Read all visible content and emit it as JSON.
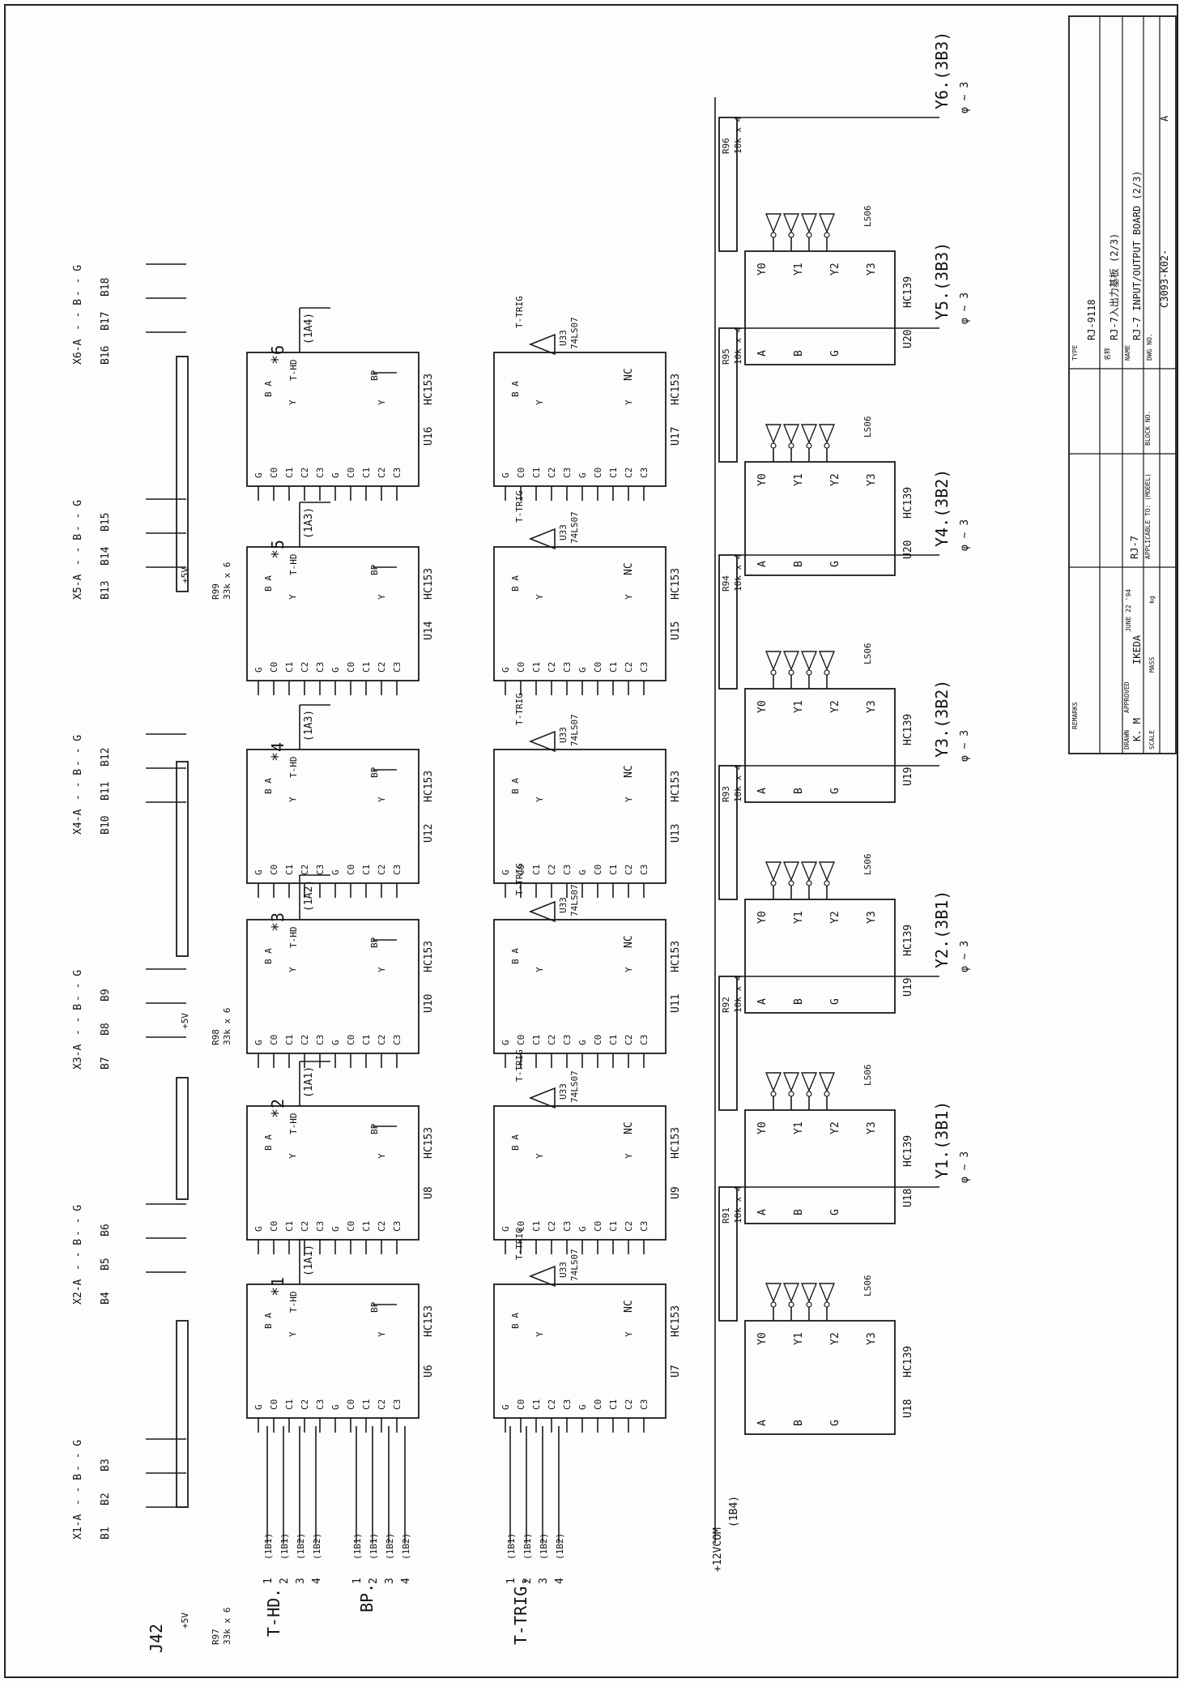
{
  "connector": {
    "name": "J42",
    "pins": [
      {
        "pin": "B1",
        "sig": "X1-A"
      },
      {
        "pin": "B2",
        "sig": "- - B"
      },
      {
        "pin": "B3",
        "sig": "- - G"
      },
      {
        "pin": "B4",
        "sig": "X2-A"
      },
      {
        "pin": "B5",
        "sig": "- - B"
      },
      {
        "pin": "B6",
        "sig": "- - G"
      },
      {
        "pin": "B7",
        "sig": "X3-A"
      },
      {
        "pin": "B8",
        "sig": "- - B"
      },
      {
        "pin": "B9",
        "sig": "- - G"
      },
      {
        "pin": "B10",
        "sig": "X4-A"
      },
      {
        "pin": "B11",
        "sig": "- - B"
      },
      {
        "pin": "B12",
        "sig": "- - G"
      },
      {
        "pin": "B13",
        "sig": "X5-A"
      },
      {
        "pin": "B14",
        "sig": "- - B"
      },
      {
        "pin": "B15",
        "sig": "- - G"
      },
      {
        "pin": "B16",
        "sig": "X6-A"
      },
      {
        "pin": "B17",
        "sig": "- - B"
      },
      {
        "pin": "B18",
        "sig": "- - G"
      }
    ]
  },
  "resistor_packs": [
    {
      "ref": "R97",
      "value": "33k x 6",
      "supply": "+5V"
    },
    {
      "ref": "R98",
      "value": "33k x 6",
      "supply": "+5V"
    },
    {
      "ref": "R99",
      "value": "33k x 6",
      "supply": "+5V"
    }
  ],
  "inputs": {
    "thd": {
      "label": "T-HD.",
      "lines": [
        "1",
        "2",
        "3",
        "4"
      ],
      "refs": [
        "(1B1)",
        "(1B1)",
        "(1B2)",
        "(1B2)"
      ]
    },
    "bp": {
      "label": "BP.",
      "lines": [
        "1",
        "2",
        "3",
        "4"
      ],
      "refs": [
        "(1B1)",
        "(1B1)",
        "(1B2)",
        "(1B2)"
      ]
    },
    "ttrig": {
      "label": "T-TRIG.",
      "lines": [
        "1",
        "2",
        "3",
        "4"
      ],
      "refs": [
        "(1B1)",
        "(1B1)",
        "(1B2)",
        "(1B2)"
      ]
    },
    "supply": {
      "label": "+12VCOM",
      "ref": "(1B4)"
    }
  },
  "muxes": [
    {
      "ref": "U6",
      "type": "HC153",
      "out_y": "T-HD",
      "out_y2": "BP",
      "mark": "*1",
      "ref_out": "(1A1)"
    },
    {
      "ref": "U8",
      "type": "HC153",
      "out_y": "T-HD",
      "out_y2": "BP",
      "mark": "*2",
      "ref_out": "(1A1)"
    },
    {
      "ref": "U10",
      "type": "HC153",
      "out_y": "T-HD",
      "out_y2": "BP",
      "mark": "*3",
      "ref_out": "(1A2)"
    },
    {
      "ref": "U12",
      "type": "HC153",
      "out_y": "T-HD",
      "out_y2": "BP",
      "mark": "*4",
      "ref_out": "(1A3)"
    },
    {
      "ref": "U14",
      "type": "HC153",
      "out_y": "T-HD",
      "out_y2": "BP",
      "mark": "*5",
      "ref_out": "(1A3)"
    },
    {
      "ref": "U16",
      "type": "HC153",
      "out_y": "T-HD",
      "out_y2": "BP",
      "mark": "*6",
      "ref_out": "(1A4)"
    }
  ],
  "trig_muxes": [
    {
      "ref": "U7",
      "type": "HC153",
      "buffer": "U33",
      "buftype": "74LS07",
      "out": "T-TRIG",
      "nc": "NC"
    },
    {
      "ref": "U9",
      "type": "HC153",
      "buffer": "U33",
      "buftype": "74LS07",
      "out": "T-TRIG",
      "nc": "NC"
    },
    {
      "ref": "U11",
      "type": "HC153",
      "buffer": "U33",
      "buftype": "74LS07",
      "out": "T-TRIG",
      "nc": "NC"
    },
    {
      "ref": "U13",
      "type": "HC153",
      "buffer": "U33",
      "buftype": "74LS07",
      "out": "T-TRIG",
      "nc": "NC"
    },
    {
      "ref": "U15",
      "type": "HC153",
      "buffer": "U33",
      "buftype": "74LS07",
      "out": "T-TRIG",
      "nc": "NC"
    },
    {
      "ref": "U17",
      "type": "HC153",
      "buffer": "U33",
      "buftype": "74LS07",
      "out": "T-TRIG",
      "nc": "NC"
    }
  ],
  "decoders": [
    {
      "ref": "U18",
      "type": "HC139",
      "inv": "LS06",
      "rpack": "R91",
      "rval": "10k x 4",
      "out": "Y1.(3B1)",
      "phase": "φ ~ 3"
    },
    {
      "ref": "U18",
      "type": "HC139",
      "inv": "LS06",
      "rpack": "R92",
      "rval": "10k x 4",
      "out": "Y2.(3B1)",
      "phase": "φ ~ 3"
    },
    {
      "ref": "U19",
      "type": "HC139",
      "inv": "LS06",
      "rpack": "R93",
      "rval": "10k x 4",
      "out": "Y3.(3B2)",
      "phase": "φ ~ 3"
    },
    {
      "ref": "U19",
      "type": "HC139",
      "inv": "LS06",
      "rpack": "R94",
      "rval": "10k x 4",
      "out": "Y4.(3B2)",
      "phase": "φ ~ 3"
    },
    {
      "ref": "U20",
      "type": "HC139",
      "inv": "LS06",
      "rpack": "R95",
      "rval": "10k x 4",
      "out": "Y5.(3B3)",
      "phase": "φ ~ 3"
    },
    {
      "ref": "U20",
      "type": "HC139",
      "inv": "LS06",
      "rpack": "R96",
      "rval": "10k x 4",
      "out": "Y6.(3B3)",
      "phase": "φ ~ 3"
    }
  ],
  "title_block": {
    "remarks_label": "REMARKS",
    "drawn_label": "DRAWN",
    "drawn": "K. M",
    "approved_label": "APPROVED",
    "approved": "IKEDA",
    "approved_date": "JUNE 22 '94",
    "scale_label": "SCALE",
    "mass_label": "MASS",
    "mass_unit": "kg",
    "applicable_label": "APPLICABLE TO: (MODEL)",
    "applicable": "RJ-7",
    "block_label": "BLOCK NO.",
    "type_label": "TYPE",
    "type": "RJ-9118",
    "jp_label": "名称",
    "jp_name": "RJ-7入出力基板 (2/3)",
    "name_label": "NAME",
    "name": "RJ-7 INPUT/OUTPUT BOARD (2/3)",
    "dwg_label": "DWG NO.",
    "dwg": "C3093-K02-",
    "rev": "A"
  }
}
